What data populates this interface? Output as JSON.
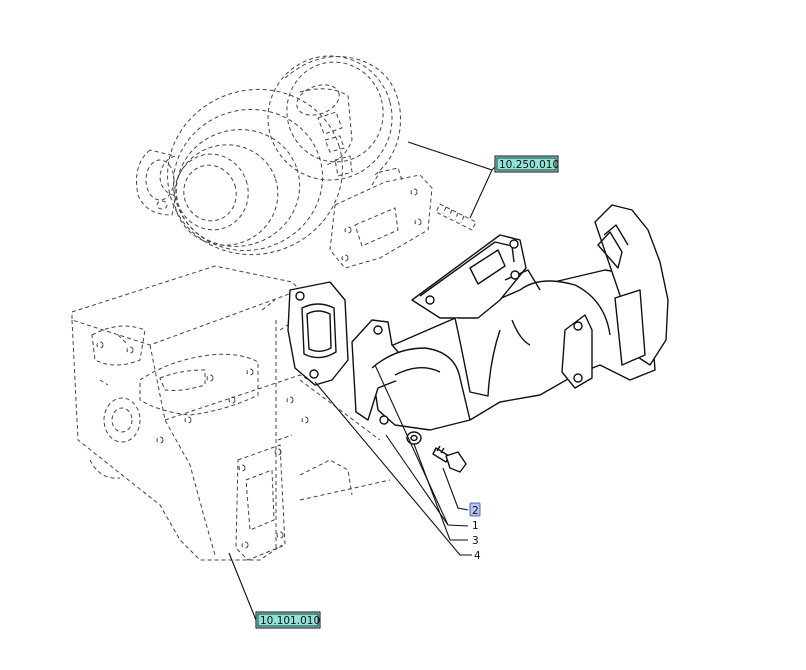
{
  "references": {
    "turbocharger": "10.250.010",
    "engine_block": "10.101.010"
  },
  "items": {
    "item_1": "1",
    "item_2": "2",
    "item_3": "3",
    "item_4": "4"
  },
  "colors": {
    "reference_box": "#8ee3d6",
    "highlighted_item": "#b8c6f2",
    "line": "#111111"
  }
}
